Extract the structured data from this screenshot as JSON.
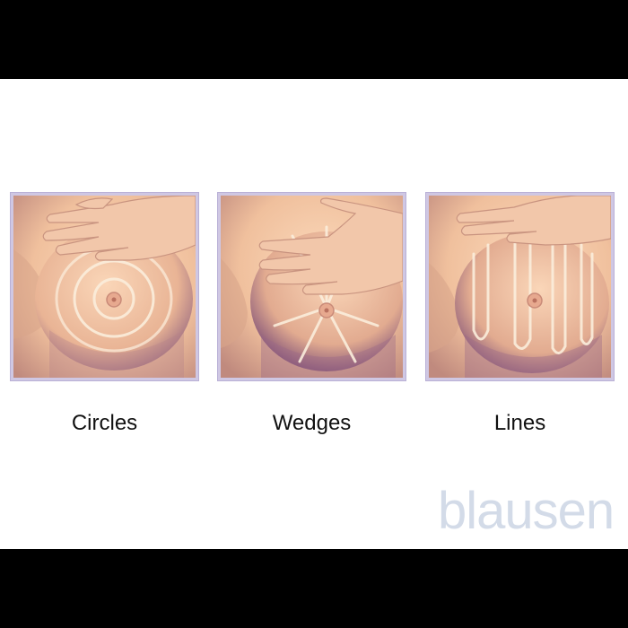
{
  "captions": {
    "circles": "Circles",
    "wedges": "Wedges",
    "lines": "Lines"
  },
  "brand": {
    "logo_text": "blausen"
  },
  "icons": {
    "panel_circles": "circular-pattern-illustration",
    "panel_wedges": "wedge-pattern-illustration",
    "panel_lines": "vertical-lines-pattern-illustration"
  },
  "colors": {
    "skin_light": "#f6cfae",
    "skin_dark": "#8a5a7a",
    "pattern_line": "#fbeedc",
    "panel_border": "#cfc7e3",
    "logo": "#d3dbe8"
  }
}
